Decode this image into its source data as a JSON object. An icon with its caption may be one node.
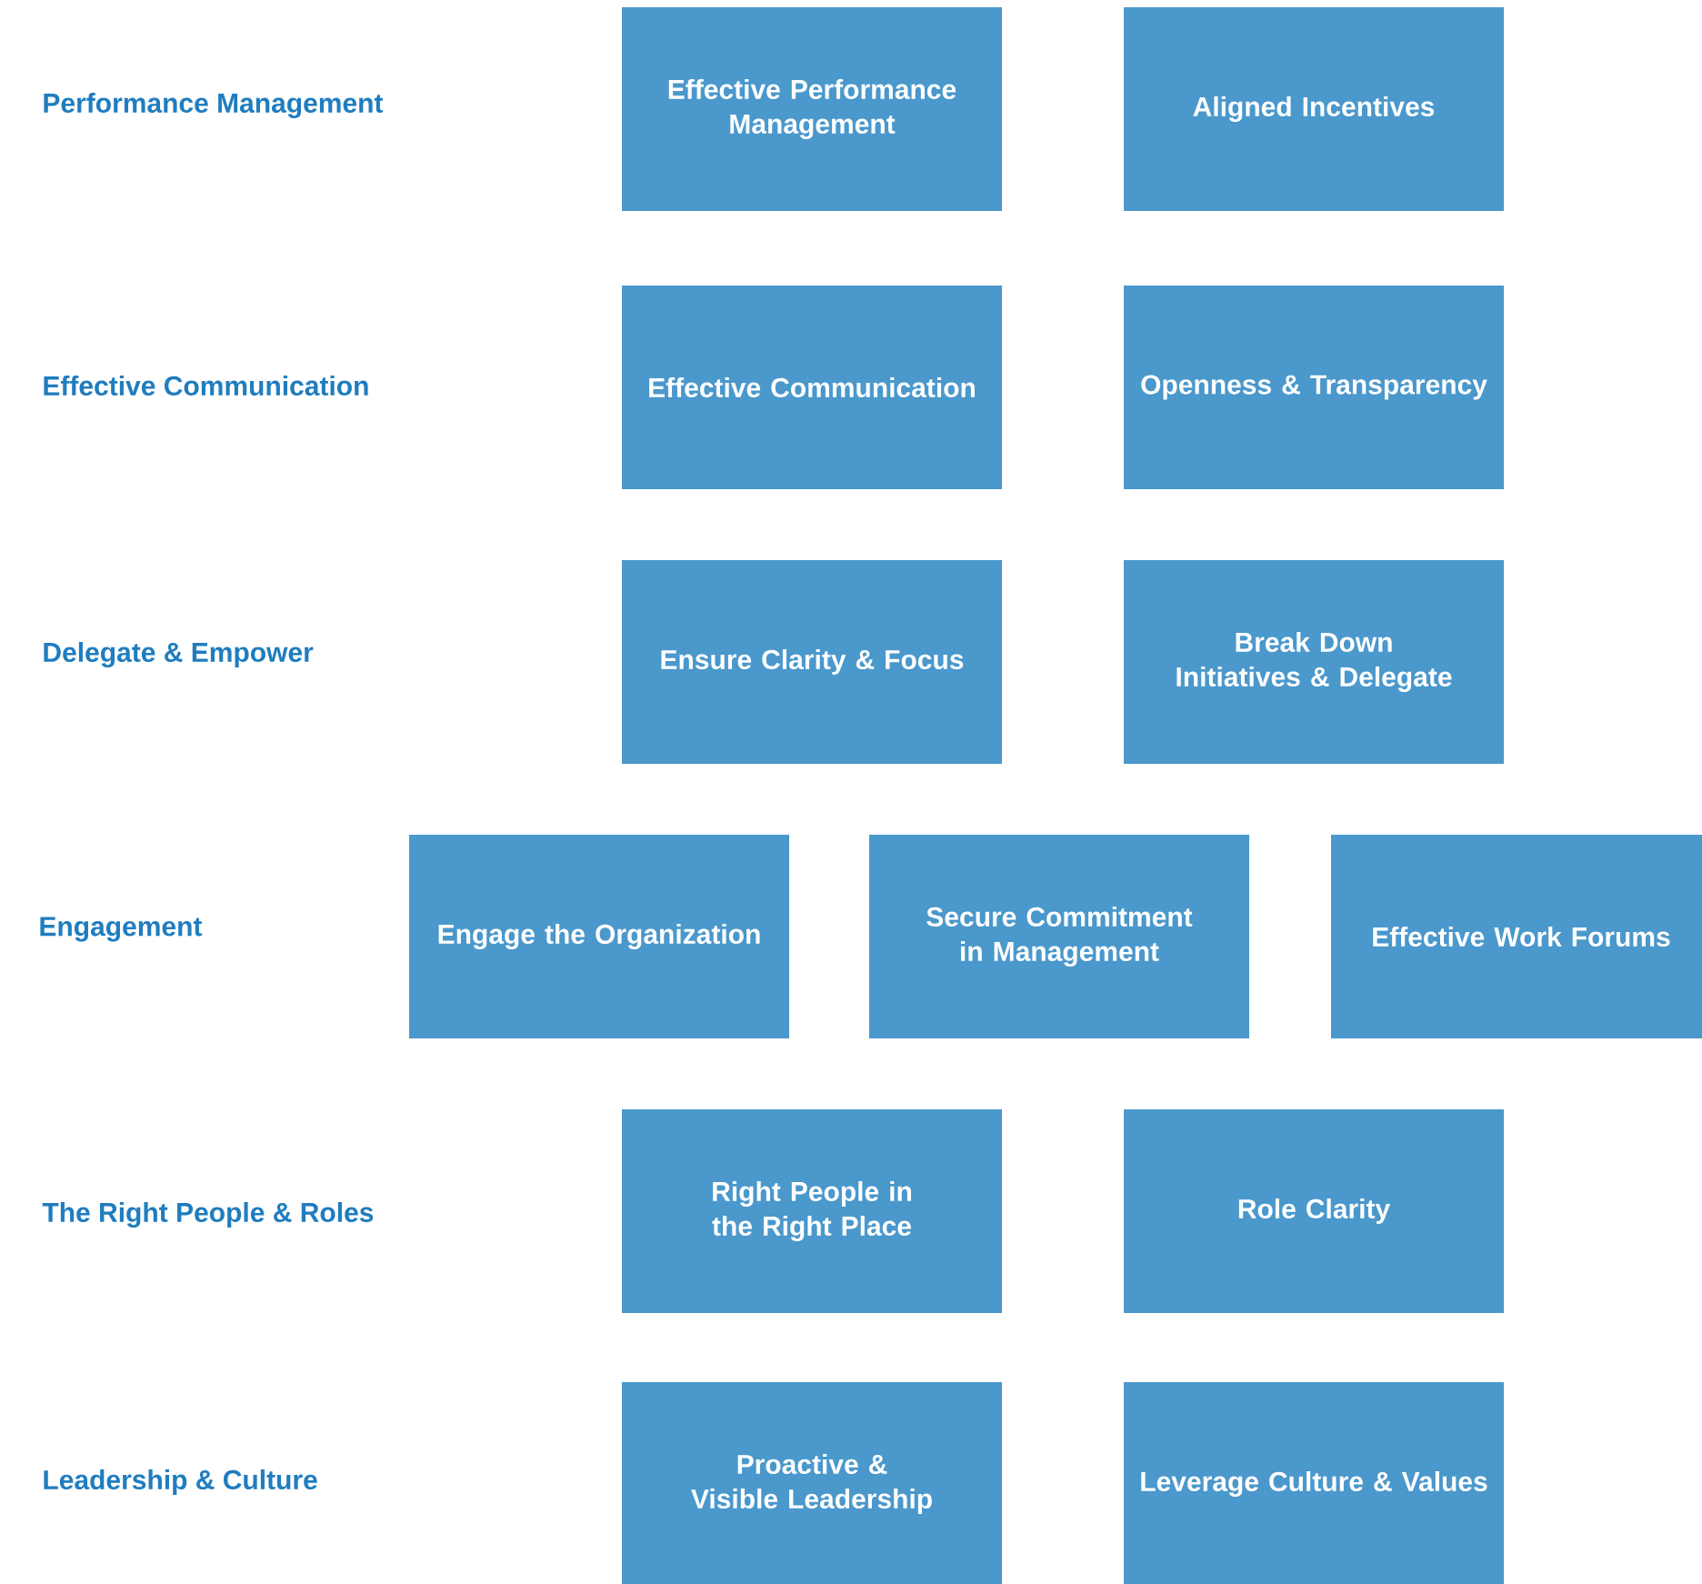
{
  "diagram": {
    "nodes": [
      {
        "text": [
          "Effective Performance Management"
        ]
      },
      {
        "text": [
          "Aligned Incentives"
        ]
      },
      {
        "text": [
          "Effective Communication"
        ]
      },
      {
        "text": [
          "Openness & Transparency"
        ]
      },
      {
        "text": [
          "Ensure Clarity & Focus"
        ]
      },
      {
        "text": [
          "Break Down Initiatives & Delegate"
        ]
      },
      {
        "text": [
          "Engage the Organization"
        ]
      },
      {
        "text": [
          "Secure Commitment in Management"
        ]
      },
      {
        "text": [
          "Effective Work Forums"
        ]
      },
      {
        "text": [
          "Right People in the Right Place"
        ]
      },
      {
        "text": [
          "Role Clarity"
        ]
      },
      {
        "text": [
          "Proactive & Visible Leadership"
        ]
      },
      {
        "text": [
          "Leverage Culture & Values"
        ]
      }
    ],
    "labels": [
      "Performance Management",
      "Effective Communication",
      "Delegate & Empower",
      "Engagement",
      "The Right People & Roles",
      "Leadership & Culture"
    ]
  }
}
